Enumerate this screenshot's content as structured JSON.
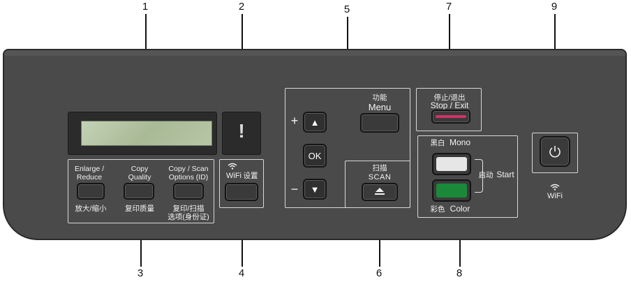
{
  "callouts": [
    "1",
    "2",
    "3",
    "4",
    "5",
    "6",
    "7",
    "8",
    "9"
  ],
  "lcd": {
    "warning_symbol": "!"
  },
  "copy_options": {
    "enlarge_reduce": {
      "en": "Enlarge / Reduce",
      "en_line1": "Enlarge /",
      "en_line2": "Reduce",
      "cn": "放大/缩小"
    },
    "copy_quality": {
      "en_line1": "Copy",
      "en_line2": "Quality",
      "cn": "复印质量"
    },
    "copy_scan_options": {
      "en_line1": "Copy / Scan",
      "en_line2": "Options (ID)",
      "cn_line1": "复印/扫描",
      "cn_line2": "选项(身份证)"
    }
  },
  "wifi": {
    "label": "WiFi",
    "cn": "设置"
  },
  "menu": {
    "cn": "功能",
    "en": "Menu",
    "plus": "+",
    "minus": "−",
    "up": "▲",
    "down": "▼",
    "ok": "OK"
  },
  "scan": {
    "cn": "扫描",
    "en": "SCAN"
  },
  "stop_exit": {
    "cn": "停止/退出",
    "en": "Stop / Exit",
    "bar_color": "#d23369"
  },
  "start": {
    "mono_cn": "黑白",
    "mono_en": "Mono",
    "color_cn": "彩色",
    "color_en": "Color",
    "start_cn": "启动",
    "start_en": "Start",
    "mono_color": "#e6e6e6",
    "color_color": "#1a8a3a"
  },
  "power": {
    "icon": "power-icon",
    "wifi_label": "WiFi"
  },
  "colors": {
    "panel": "#4a4a4a",
    "lcd": "#b7c6a5"
  }
}
